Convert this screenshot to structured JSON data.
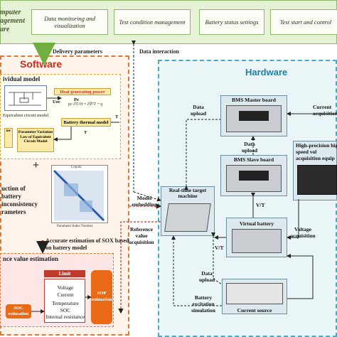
{
  "top": {
    "title_lines": [
      "mputer",
      "agement",
      "are"
    ],
    "boxes": [
      "Data monitoring and visualization",
      "Test condition management",
      "Battery status settings",
      "Test start and control"
    ]
  },
  "arrows": {
    "delivery": "Delivery parameters",
    "interaction": "Data interaction",
    "model_embedding": "Model embedding",
    "reference": "Reference value acquisition",
    "data_upload_1": "Data upload",
    "data_upload_2": "Data upload",
    "data_upload_3": "Data upload",
    "current_acq": "Current acquisition",
    "voltage_acq": "Voltage acquisition",
    "vt_1": "V/T",
    "vt_2": "V/T",
    "excitation": "Battery excitation simulation"
  },
  "software": {
    "title": "Software",
    "model_title": "ividual model",
    "ecm_label": "Equivalent circuit model",
    "heat_label": "Heat generating power",
    "thermal_label": "Battery thermal model",
    "param_law": "Parameter Variation Law of Equivalent Circuit Model",
    "left_box": "ow",
    "uoc": "Uoc",
    "pe": "Pe",
    "t1": "T",
    "t2": "T",
    "construction": "uction of battery inconsistency rameters",
    "matrix_title": "Copula",
    "matrix_xlabel": "Parameter Index Number",
    "accurate": "Accurate estimation of SOX based on battery model",
    "estimation_title": "nce value estimation",
    "limit": "Limit",
    "items": [
      "Voltage",
      "Current",
      "Temperature",
      "SOC",
      "Internal resistance"
    ],
    "soc_estimation": "SOC estimation",
    "sop_estimation": "SOP estimation"
  },
  "hardware": {
    "title": "Hardware",
    "bms_master": "BMS Master board",
    "bms_slave": "BMS Slave board",
    "rt_machine": "Real-time target machine",
    "virtual_battery": "Virtual battery",
    "current_source": "Current source",
    "hp_title": "High-precision high-speed vol acquisition equip"
  },
  "colors": {
    "top_bg": "#e6f2d6",
    "software_border": "#d97a3a",
    "hardware_border": "#4aa9c0",
    "sop": "#e86a17",
    "soc": "#e86a17"
  }
}
